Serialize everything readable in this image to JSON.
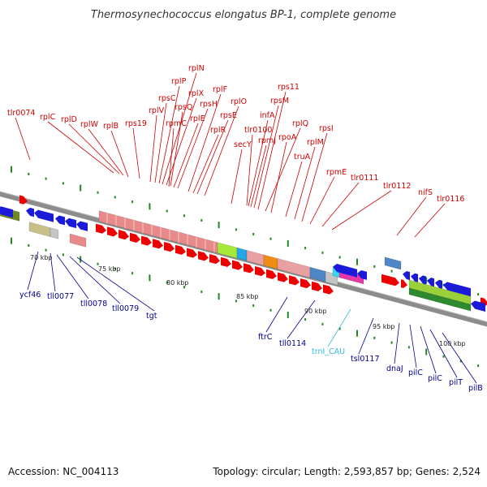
{
  "title": "Thermosynechococcus elongatus BP-1, complete genome",
  "footer": {
    "accession": "Accession: NC_004113",
    "summary": "Topology: circular; Length: 2,593,857 bp; Genes: 2,524"
  },
  "colors": {
    "upper_label": "#cc0000",
    "lower_label": "#00008b",
    "rna_label": "#33bbdd",
    "backbone": "#8c8c8c",
    "tick": "#228822"
  },
  "kbp_labels": [
    "70 kbp",
    "75 kbp",
    "80 kbp",
    "85 kbp",
    "90 kbp",
    "95 kbp",
    "100 kbp"
  ],
  "upper_labels": [
    "tlr0074",
    "rplC",
    "rplD",
    "rplW",
    "rplB",
    "rps19",
    "rplV",
    "rpsC",
    "rplP",
    "rplN",
    "rplX",
    "rplE",
    "rpsQ",
    "rpmC",
    "rpsH",
    "rplF",
    "rplR",
    "rpsE",
    "rplO",
    "secY",
    "rps11",
    "rpsM",
    "infA",
    "tlr0100",
    "rpmJ",
    "rplQ",
    "rpoA",
    "truA",
    "rpsI",
    "rplM",
    "rpmE",
    "tlr0111",
    "tlr0112",
    "nifS",
    "tlr0116"
  ],
  "lower_labels": [
    "ycf46",
    "tll0077",
    "tll0078",
    "tll0079",
    "tgt",
    "ftrC",
    "tll0114",
    "tsl0117",
    "dnaJ",
    "pilC",
    "pilC",
    "pilT",
    "pilB"
  ],
  "rna_labels": [
    "trnI_CAU"
  ]
}
